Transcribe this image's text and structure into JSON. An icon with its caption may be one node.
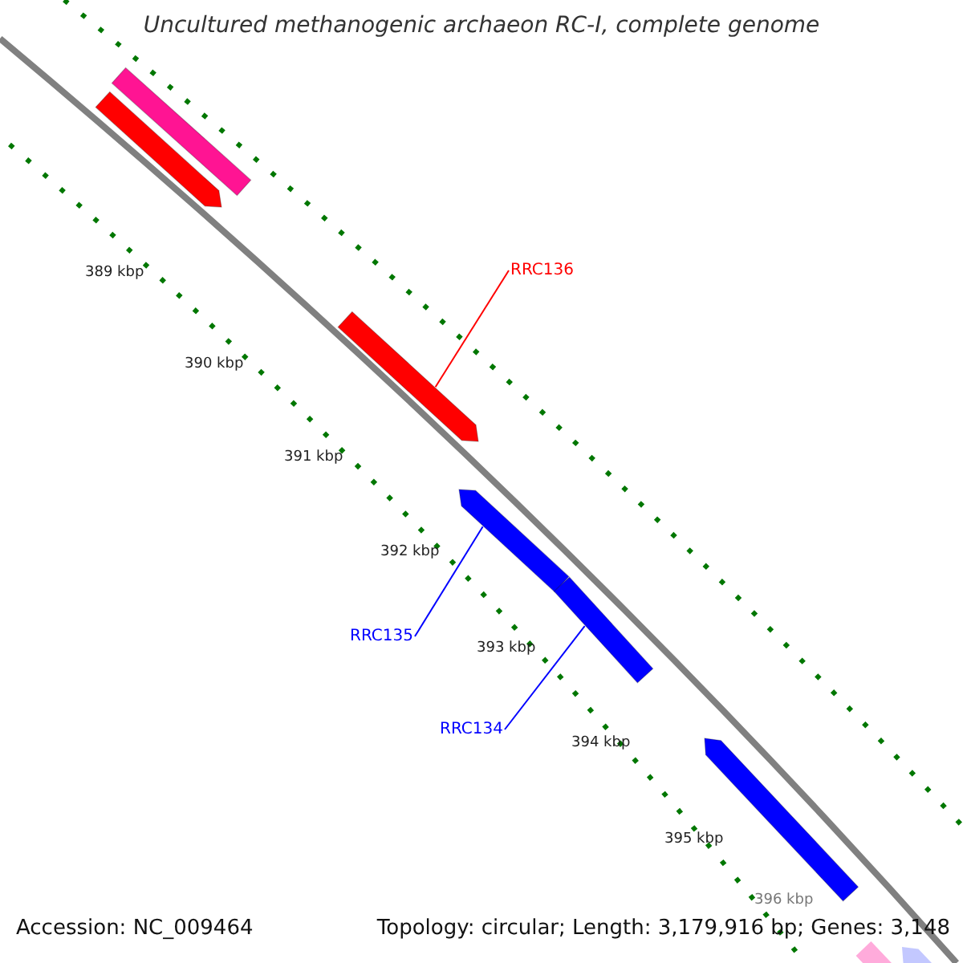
{
  "diagram": {
    "title": "Uncultured methanogenic archaeon RC-I, complete genome",
    "nodes": [
      {
        "text": [],
        "shape": "box"
      },
      {
        "text": [],
        "shape": "arrow"
      },
      {
        "text": [
          "RRC136"
        ]
      },
      {
        "text": [],
        "shape": "arrow"
      },
      {
        "text": [],
        "shape": "arrow"
      },
      {
        "text": [
          "RRC135"
        ]
      },
      {
        "text": [],
        "shape": "box"
      },
      {
        "text": [
          "RRC134"
        ]
      },
      {
        "text": [],
        "shape": "arrow"
      },
      {
        "text": [],
        "shape": "box"
      },
      {
        "text": [],
        "shape": "arrow"
      }
    ],
    "edges": [
      {
        "from": 2,
        "to": 3,
        "arrow": "none",
        "color": "#ff0000"
      },
      {
        "from": 5,
        "to": 4,
        "arrow": "none",
        "color": "#0000ff"
      },
      {
        "from": 7,
        "to": 6,
        "arrow": "none",
        "color": "#0000ff"
      }
    ],
    "labels": [
      "389 kbp",
      "390 kbp",
      "391 kbp",
      "392 kbp",
      "393 kbp",
      "394 kbp",
      "395 kbp",
      "396 kbp",
      "Accession: NC_009464",
      "Topology: circular; Length: 3,179,916 bp; Genes: 3,148"
    ]
  }
}
